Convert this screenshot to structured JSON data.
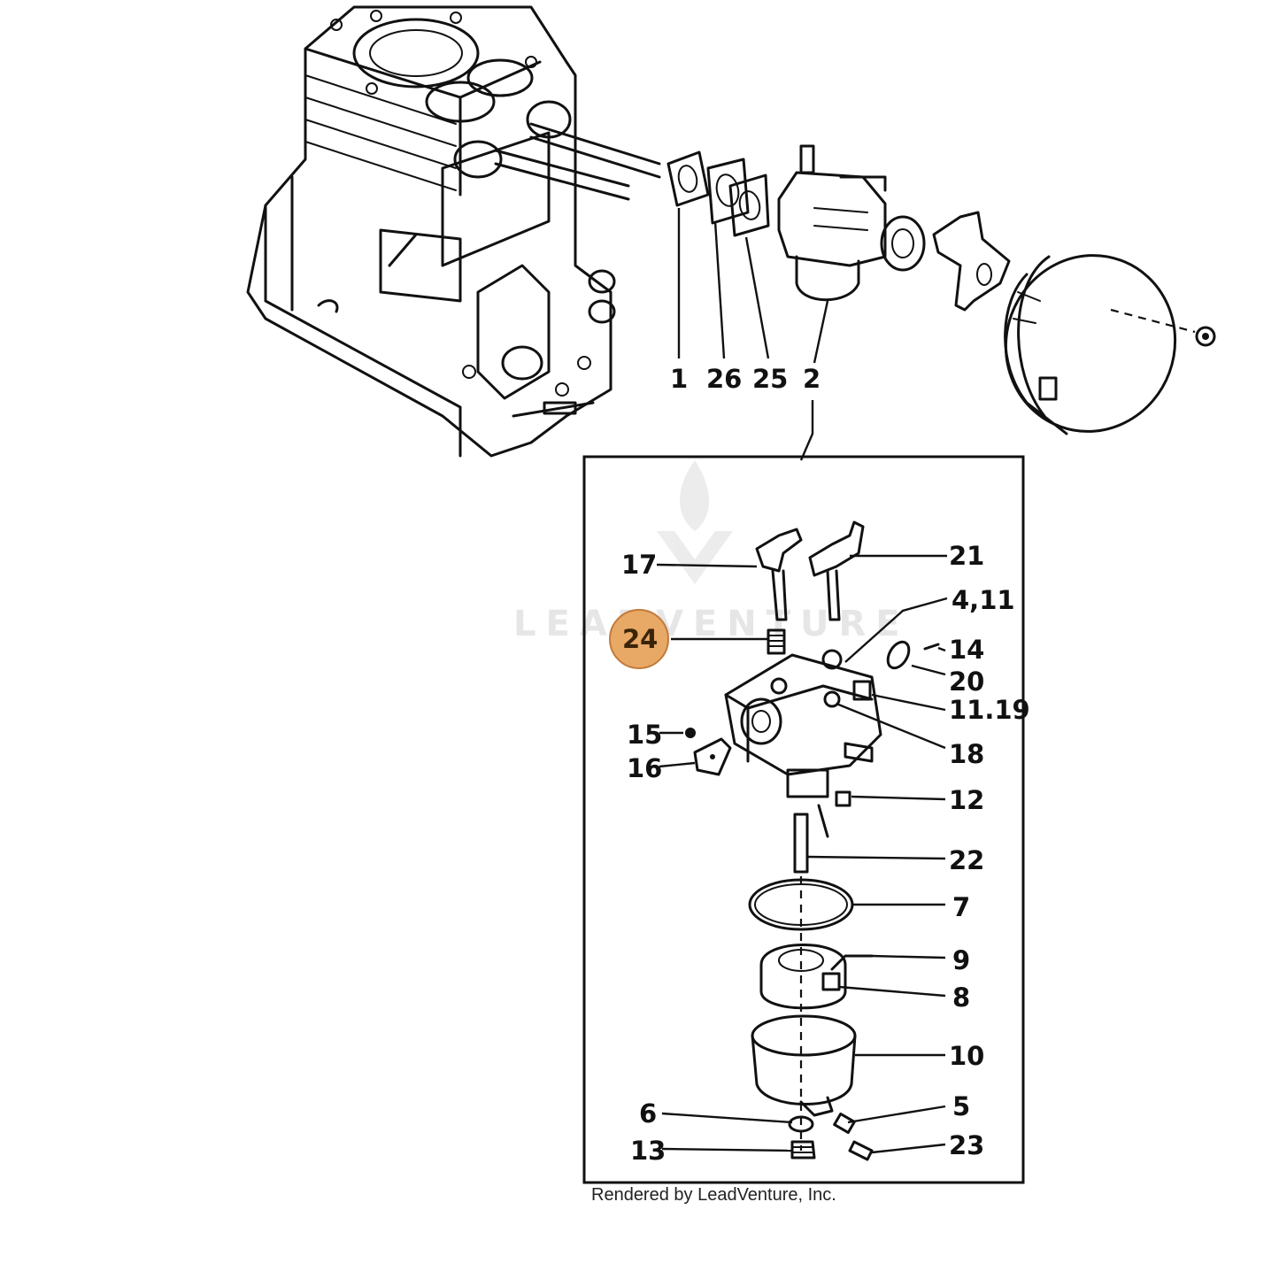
{
  "watermark": {
    "text": "LEADVENTURE"
  },
  "footer": {
    "credit": "Rendered by LeadVenture, Inc."
  },
  "highlight": {
    "part": "24",
    "color": "#E8A866",
    "border": "#C27A3A"
  },
  "callouts": {
    "p1": "1",
    "p26": "26",
    "p25": "25",
    "p2": "2",
    "p17": "17",
    "p21": "21",
    "p4_11": "4,11",
    "p24": "24",
    "p14": "14",
    "p20": "20",
    "p11_19": "11.19",
    "p15": "15",
    "p18": "18",
    "p16": "16",
    "p12": "12",
    "p22": "22",
    "p7": "7",
    "p9": "9",
    "p8": "8",
    "p10": "10",
    "p6": "6",
    "p5": "5",
    "p13": "13",
    "p23": "23"
  }
}
